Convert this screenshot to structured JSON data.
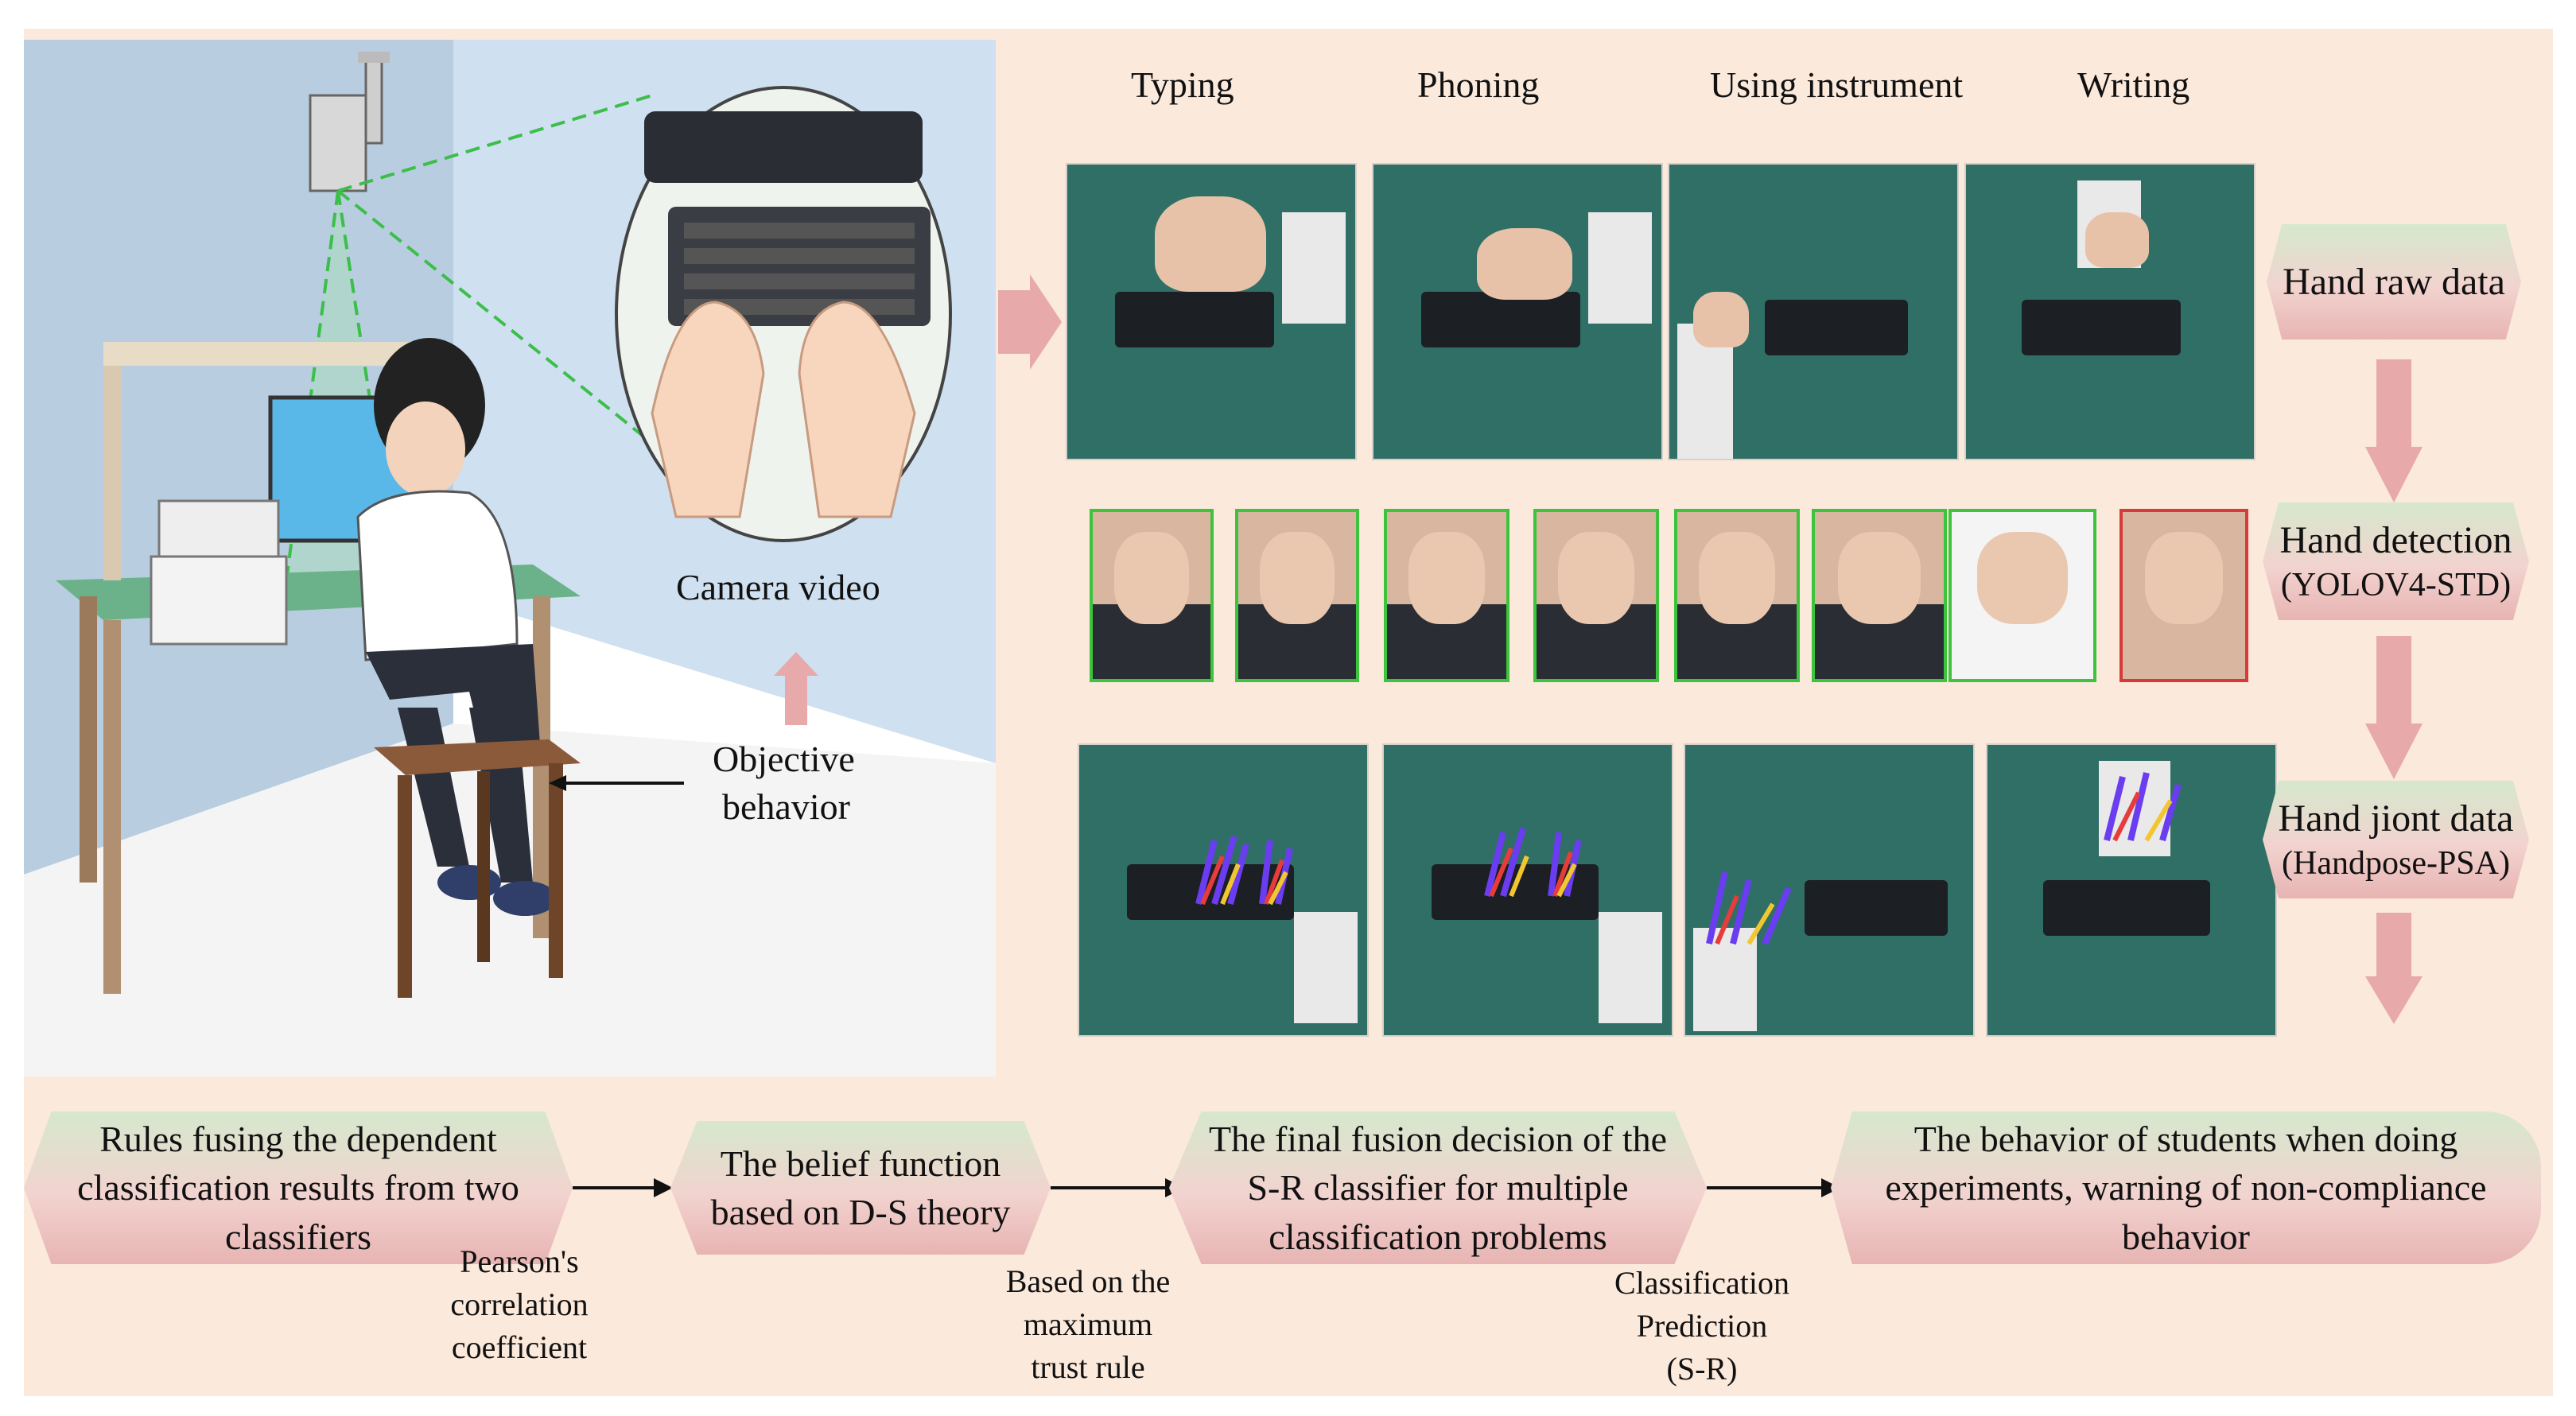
{
  "top_labels": {
    "typing": "Typing",
    "phoning": "Phoning",
    "using_instrument": "Using instrument",
    "writing": "Writing"
  },
  "scene": {
    "camera_video": "Camera video",
    "objective_behavior_line1": "Objective",
    "objective_behavior_line2": "behavior"
  },
  "pipeline": {
    "hand_raw_data": "Hand raw data",
    "hand_detection": "Hand detection",
    "hand_detection_model": "(YOLOV4-STD)",
    "hand_joint_data": "Hand jiont data",
    "hand_joint_model": "(Handpose-PSA)"
  },
  "bottom_steps": {
    "step1": [
      "Rules fusing the dependent",
      "classification results from two",
      "classifiers"
    ],
    "step2": [
      "The belief function",
      "based on D-S theory"
    ],
    "step3": [
      "The final fusion decision of the",
      "S-R classifier for multiple",
      "classification problems"
    ],
    "step4": [
      "The behavior of students when doing",
      "experiments, warning of non-compliance",
      "behavior"
    ]
  },
  "bottom_notes": {
    "note1": [
      "Pearson's",
      "correlation",
      "coefficient"
    ],
    "note2": [
      "Based on the",
      "maximum",
      "trust rule"
    ],
    "note3": [
      "Classification",
      "Prediction",
      "(S-R)"
    ]
  },
  "colors": {
    "panel_background": "#fbe9dc",
    "arrow_pink": "#e7a9a9",
    "box_green_top": "#d5e8cd",
    "box_pink_bottom": "#e7b4b3",
    "detection_box_green": "#3cc43c",
    "detection_box_red": "#d83a3a"
  }
}
